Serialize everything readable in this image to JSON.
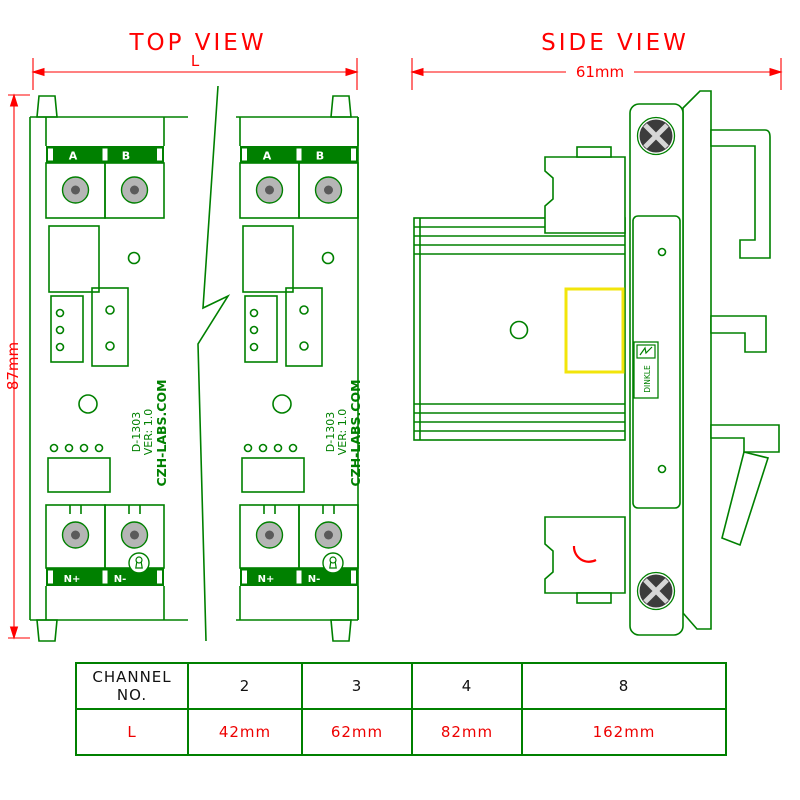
{
  "titles": {
    "top_view": "TOP VIEW",
    "side_view": "SIDE VIEW"
  },
  "dimensions": {
    "length": "L",
    "width": "61mm",
    "height": "87mm"
  },
  "module": {
    "terminal_a": "A",
    "terminal_b": "B",
    "neutral_plus": "N+",
    "neutral_minus": "N-",
    "model": "D-1303",
    "version": "VER: 1.0",
    "website": "CZH-LABS.COM"
  },
  "side": {
    "brand": "DINKLE"
  },
  "table": {
    "header": "CHANNEL NO.",
    "row_label": "L",
    "columns": [
      {
        "channel": "2",
        "length": "42mm"
      },
      {
        "channel": "3",
        "length": "62mm"
      },
      {
        "channel": "4",
        "length": "82mm"
      },
      {
        "channel": "8",
        "length": "162mm"
      }
    ]
  },
  "colors": {
    "drawing_green": "#008000",
    "dimension_red": "#ff0000",
    "highlight_yellow": "#f2e50b"
  }
}
